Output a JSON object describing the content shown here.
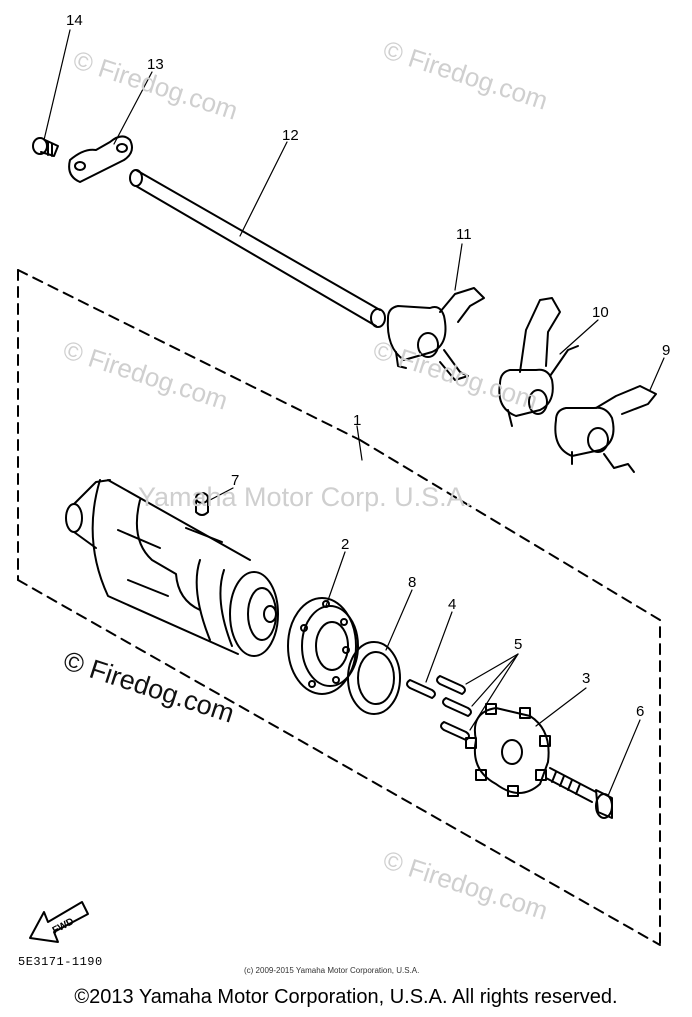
{
  "callouts": [
    "1",
    "2",
    "3",
    "4",
    "5",
    "6",
    "7",
    "8",
    "9",
    "10",
    "11",
    "12",
    "13",
    "14"
  ],
  "watermarks": {
    "faint": "© Firedog.com",
    "center": "Yamaha Motor Corp. U.S.A.",
    "strong": "© Firedog.com"
  },
  "arrow_label": "FWD",
  "part_number": "5E3171-1190",
  "small_copyright": "(c) 2009-2015 Yamaha Motor Corporation, U.S.A.",
  "footer": "©2013 Yamaha Motor Corporation, U.S.A. All rights reserved."
}
